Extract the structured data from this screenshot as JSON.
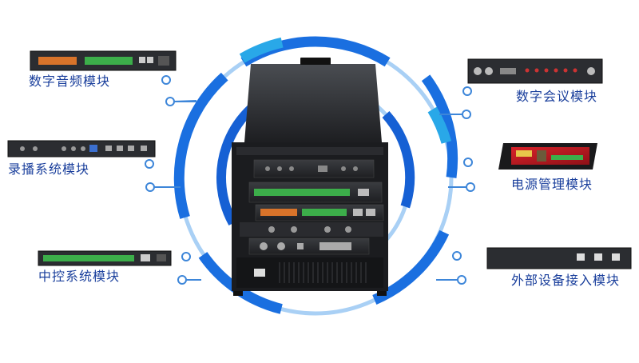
{
  "colors": {
    "ring_outer_dark": "#1a6fe0",
    "ring_outer_light": "#a9d0f5",
    "ring_accent": "#29a8e8",
    "ring_inner_dark": "#1660d4",
    "label_text": "#1a3f9c",
    "connector": "#3d86d9",
    "chassis": "#1b1c1f"
  },
  "modules": [
    {
      "id": "digital-audio",
      "label": "数字音频模块"
    },
    {
      "id": "recording",
      "label": "录播系统模块"
    },
    {
      "id": "central-control",
      "label": "中控系统模块"
    },
    {
      "id": "digital-conference",
      "label": "数字会议模块"
    },
    {
      "id": "power-management",
      "label": "电源管理模块"
    },
    {
      "id": "external-access",
      "label": "外部设备接入模块"
    }
  ]
}
